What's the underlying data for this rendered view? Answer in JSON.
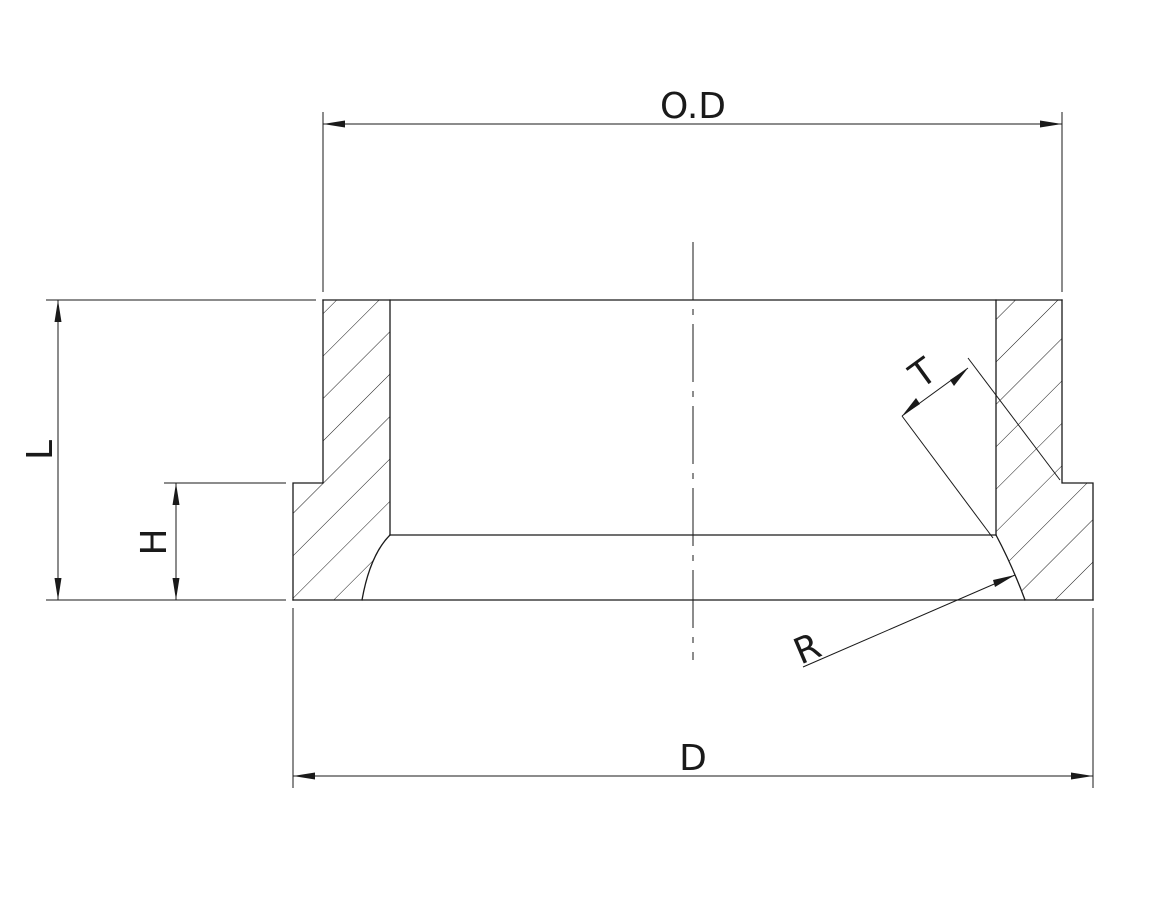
{
  "labels": {
    "od": "O.D",
    "l": "L",
    "h": "H",
    "t": "T",
    "r": "R",
    "d": "D"
  }
}
